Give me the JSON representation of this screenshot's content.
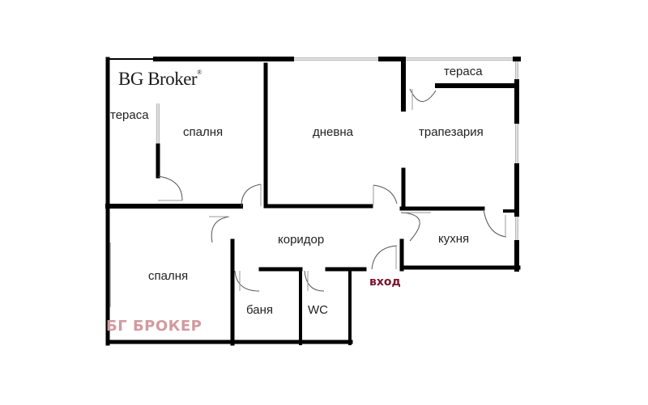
{
  "plan": {
    "brand_logo": "BG Broker",
    "brand_logo_mark": "®",
    "watermark": "БГ БРОКЕР",
    "entrance_label": "вход",
    "colors": {
      "wall": "#000000",
      "window": "#b8b8b8",
      "door_arc": "#555555",
      "entrance": "#7a1530",
      "watermark": "#d19a9f"
    },
    "rooms": [
      {
        "id": "terrace-west",
        "label": "тераса"
      },
      {
        "id": "bedroom-1",
        "label": "спалня"
      },
      {
        "id": "living-room",
        "label": "дневна"
      },
      {
        "id": "terrace-north",
        "label": "тераса"
      },
      {
        "id": "dining-room",
        "label": "трапезария"
      },
      {
        "id": "corridor",
        "label": "коридор"
      },
      {
        "id": "kitchen",
        "label": "кухня"
      },
      {
        "id": "bedroom-2",
        "label": "спалня"
      },
      {
        "id": "bathroom",
        "label": "баня"
      },
      {
        "id": "wc",
        "label": "WC"
      }
    ]
  }
}
